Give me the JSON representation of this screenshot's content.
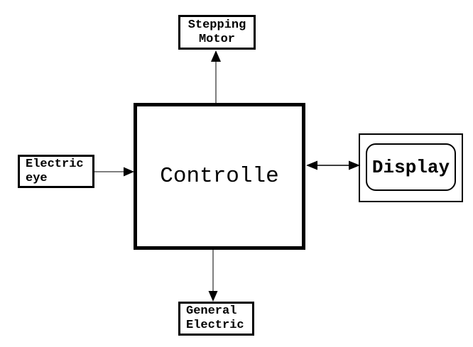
{
  "diagram": {
    "title": "controller-block-diagram",
    "colors": {
      "background": "#ffffff",
      "box_border": "#000000",
      "text": "#000000",
      "arrow_line_gray": "#7f7f7f",
      "arrow_line_dark": "#222222",
      "arrow_head": "#000000"
    },
    "nodes": {
      "stepping_motor": {
        "line1": "Stepping",
        "line2": "Motor"
      },
      "electric_eye": {
        "line1": "Electric",
        "line2": "eye"
      },
      "controller": {
        "label": "Controlle"
      },
      "display": {
        "label": "Display"
      },
      "general_electric": {
        "line1": "General",
        "line2": "Electric"
      }
    },
    "connections": [
      {
        "from": "controller",
        "to": "stepping_motor",
        "style": "single-arrow",
        "direction": "up"
      },
      {
        "from": "electric_eye",
        "to": "controller",
        "style": "single-arrow",
        "direction": "right"
      },
      {
        "from": "controller",
        "to": "display",
        "style": "double-arrow",
        "direction": "both"
      },
      {
        "from": "controller",
        "to": "general_electric",
        "style": "single-arrow",
        "direction": "down"
      }
    ]
  }
}
